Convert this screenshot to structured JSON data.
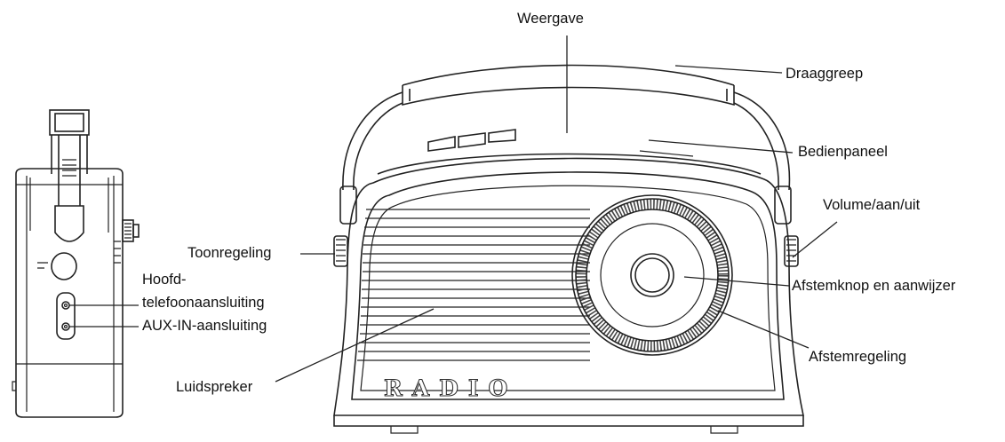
{
  "labels": {
    "weergave": "Weergave",
    "draaggreep": "Draaggreep",
    "bedienpaneel": "Bedienpaneel",
    "volume": "Volume/aan/uit",
    "toonregeling": "Toonregeling",
    "hoofd_line1": "Hoofd-",
    "hoofd_line2": "telefoonaansluiting",
    "aux": "AUX-IN-aansluiting",
    "afstemknop": "Afstemknop en aanwijzer",
    "afstemregeling": "Afstemregeling",
    "luidspreker": "Luidspreker"
  },
  "logo": "RADIO"
}
